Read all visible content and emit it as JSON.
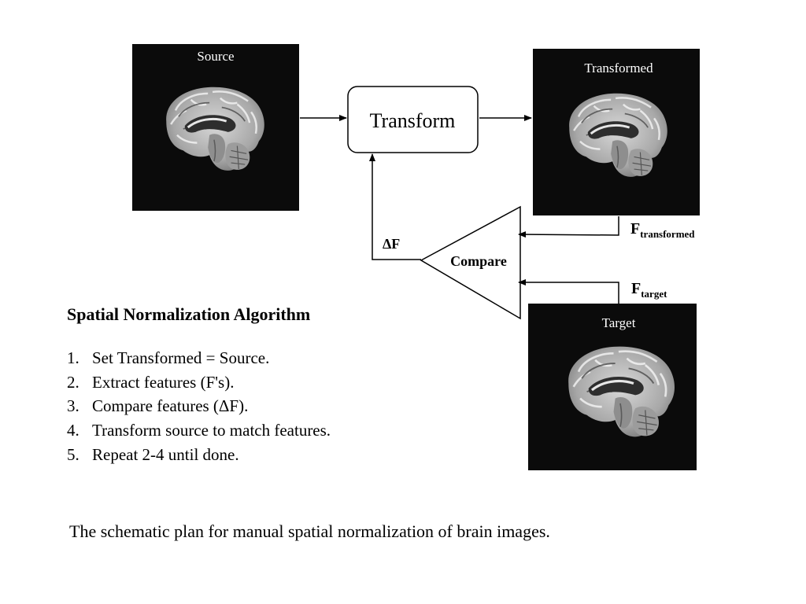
{
  "panels": {
    "source_label": "Source",
    "transformed_label": "Transformed",
    "target_label": "Target"
  },
  "nodes": {
    "transform_label": "Transform",
    "compare_label": "Compare",
    "delta_label": "ΔF"
  },
  "features": {
    "transformed_main": "F",
    "transformed_sub": "transformed",
    "target_main": "F",
    "target_sub": "target"
  },
  "algorithm": {
    "title": "Spatial Normalization Algorithm",
    "steps": [
      {
        "num": "1.",
        "text": "Set Transformed = Source."
      },
      {
        "num": "2.",
        "text": "Extract features (F's)."
      },
      {
        "num": "3.",
        "text": "Compare features (ΔF)."
      },
      {
        "num": "4.",
        "text": "Transform source to match features."
      },
      {
        "num": "5.",
        "text": "Repeat 2-4 until done."
      }
    ]
  },
  "caption": "The schematic plan for manual spatial normalization of brain images.",
  "colors": {
    "panel_background": "#0b0b0b",
    "brain_tissue": "#b8b8b8",
    "line": "#000000"
  }
}
